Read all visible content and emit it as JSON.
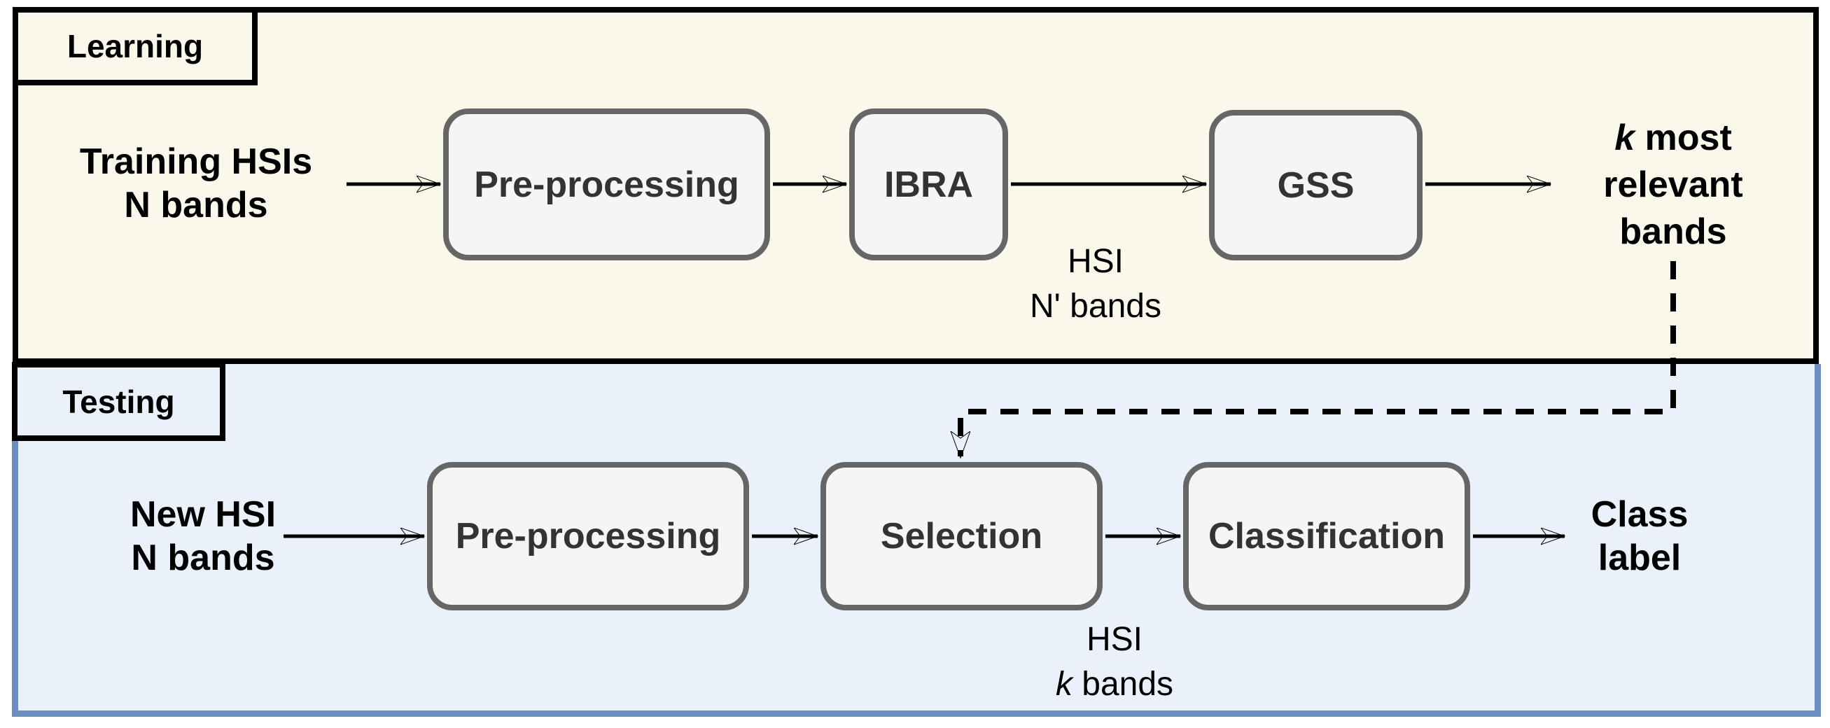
{
  "sections": {
    "learning": {
      "label": "Learning"
    },
    "testing": {
      "label": "Testing"
    }
  },
  "learning_flow": {
    "input_line1": "Training HSIs",
    "input_line2": "N bands",
    "preprocessing_label": "Pre-processing",
    "ibra_label": "IBRA",
    "gss_label": "GSS",
    "edge_annotation_line1": "HSI",
    "edge_annotation_line2": "N' bands",
    "output_k": "k",
    "output_line1_rest": " most",
    "output_line2": "relevant",
    "output_line3": "bands"
  },
  "testing_flow": {
    "input_line1": "New HSI",
    "input_line2": "N bands",
    "preprocessing_label": "Pre-processing",
    "selection_label": "Selection",
    "classification_label": "Classification",
    "edge_annotation_line1": "HSI",
    "edge_annotation_k": "k",
    "edge_annotation_rest": " bands",
    "output_line1": "Class",
    "output_line2": "label"
  },
  "colors": {
    "learning_background": "#FAF8EA",
    "learning_border": "#000000",
    "testing_background": "#EAF1FB",
    "testing_border": "#6C8EBF",
    "node_fill": "#F5F5F5",
    "node_border": "#666666",
    "node_text": "#333333",
    "arrow": "#000000"
  }
}
